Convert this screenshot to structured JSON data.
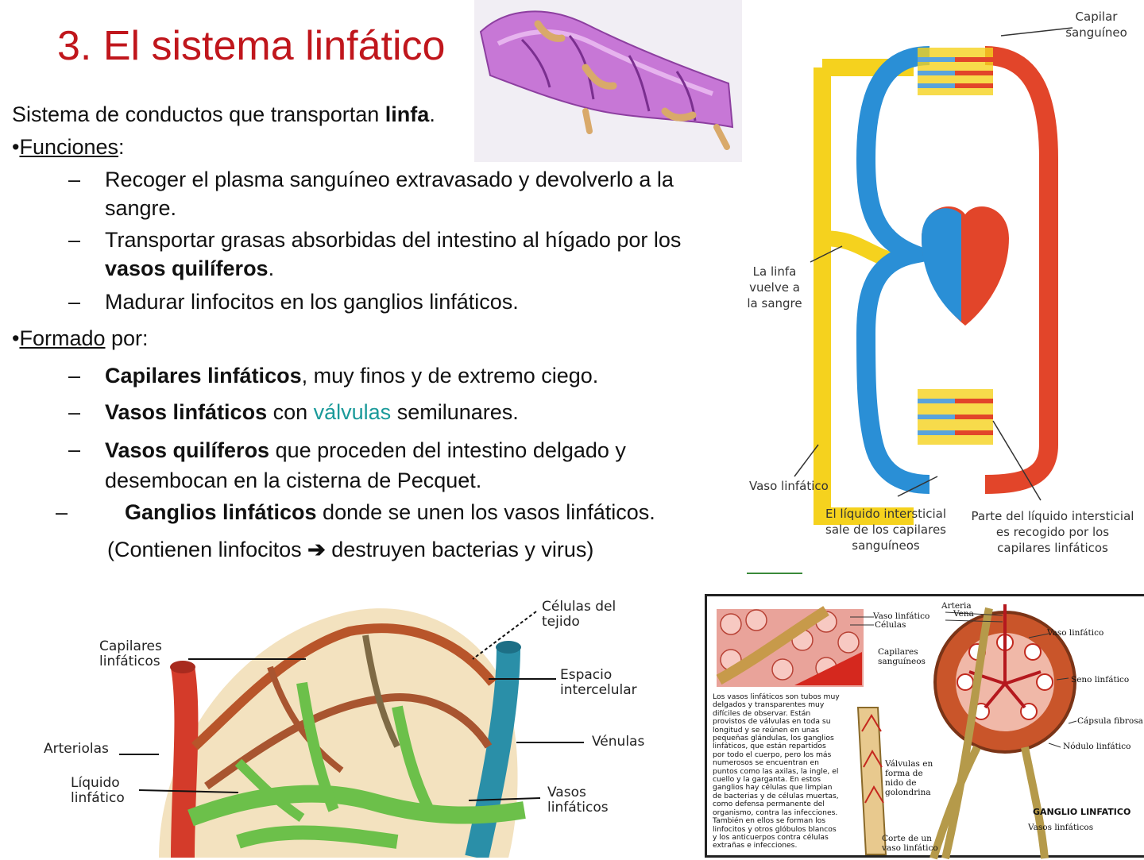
{
  "title": "3. El sistema linfático",
  "intro": {
    "before": "Sistema de conductos que transportan ",
    "bold": "linfa",
    "after": "."
  },
  "funciones": {
    "bullet": "•",
    "heading": "Funciones",
    "colon": ":",
    "dash": "–",
    "items": [
      {
        "text": "Recoger el plasma sanguíneo extravasado y devolverlo a la sangre."
      },
      {
        "before": "Transportar grasas absorbidas del intestino al hígado por los ",
        "bold": "vasos quilíferos",
        "after": "."
      },
      {
        "text": "Madurar linfocitos en los ganglios linfáticos."
      }
    ]
  },
  "formado": {
    "bullet": "•",
    "heading": "Formado",
    "after": " por:",
    "dash": "–",
    "items": [
      {
        "bold": "Capilares linfáticos",
        "after": ", muy finos y de extremo ciego."
      },
      {
        "bold": "Vasos linfáticos",
        "mid": " con ",
        "teal": "válvulas",
        "after": " semilunares."
      },
      {
        "bold": "Vasos quilíferos",
        "after": " que proceden del intestino delgado y desembocan en la cisterna de Pecquet."
      },
      {
        "bold": "Ganglios linfáticos",
        "after": " donde se unen los vasos linfáticos."
      }
    ],
    "note_before": "(Contienen linfocitos ",
    "note_arrow": "➔",
    "note_after": " destruyen bacterias y virus)"
  },
  "circulation_diagram": {
    "capilar": "Capilar sanguíneo",
    "linfa": "La linfa vuelve a la sangre",
    "vaso": "Vaso linfático",
    "liquido_sale": "El líquido intersticial sale de los capilares sanguíneos",
    "liquido_recogido": "Parte del líquido intersticial es recogido por los capilares linfáticos"
  },
  "tissue_diagram": {
    "celulas": "Células del tejido",
    "capilares": "Capilares linfáticos",
    "espacio": "Espacio intercelular",
    "arteriolas": "Arteriolas",
    "venulas": "Vénulas",
    "liquido": "Líquido linfático",
    "vasos": "Vasos linfáticos"
  },
  "ganglio_diagram": {
    "arteria": "Arteria",
    "vena": "Vena",
    "vaso_linfatico_1": "Vaso linfático",
    "celulas": "Células",
    "capilares": "Capilares sanguíneos",
    "vaso_linfatico_2": "Vaso linfático",
    "seno": "Seno linfático",
    "capsula": "Cápsula fibrosa",
    "nodulo": "Nódulo linfático",
    "valvulas": "Válvulas en forma de nido de golondrina",
    "ganglio": "GANGLIO LINFATICO",
    "vasos_linfaticos": "Vasos linfáticos",
    "corte": "Corte de un vaso linfático",
    "description": "Los vasos linfáticos son tubos muy delgados y transparentes muy difíciles de observar. Están provistos de válvulas en toda su longitud y se reúnen en unas pequeñas glándulas, los ganglios linfáticos, que están repartidos por todo el cuerpo, pero los más numerosos se encuentran en puntos como las axilas, la ingle, el cuello y la garganta. En estos ganglios hay células que limpian de bacterias y de células muertas, como defensa permanente del organismo, contra las infecciones. También en ellos se forman los linfocitos y otros glóbulos blancos y los anticuerpos contra células extrañas e infecciones."
  },
  "colors": {
    "title": "#c0161c",
    "teal": "#1a9a9a",
    "lymph": "#f5d21e",
    "artery": "#e2452a",
    "vein": "#2a8fd6",
    "lymph_green": "#6cc04a"
  }
}
